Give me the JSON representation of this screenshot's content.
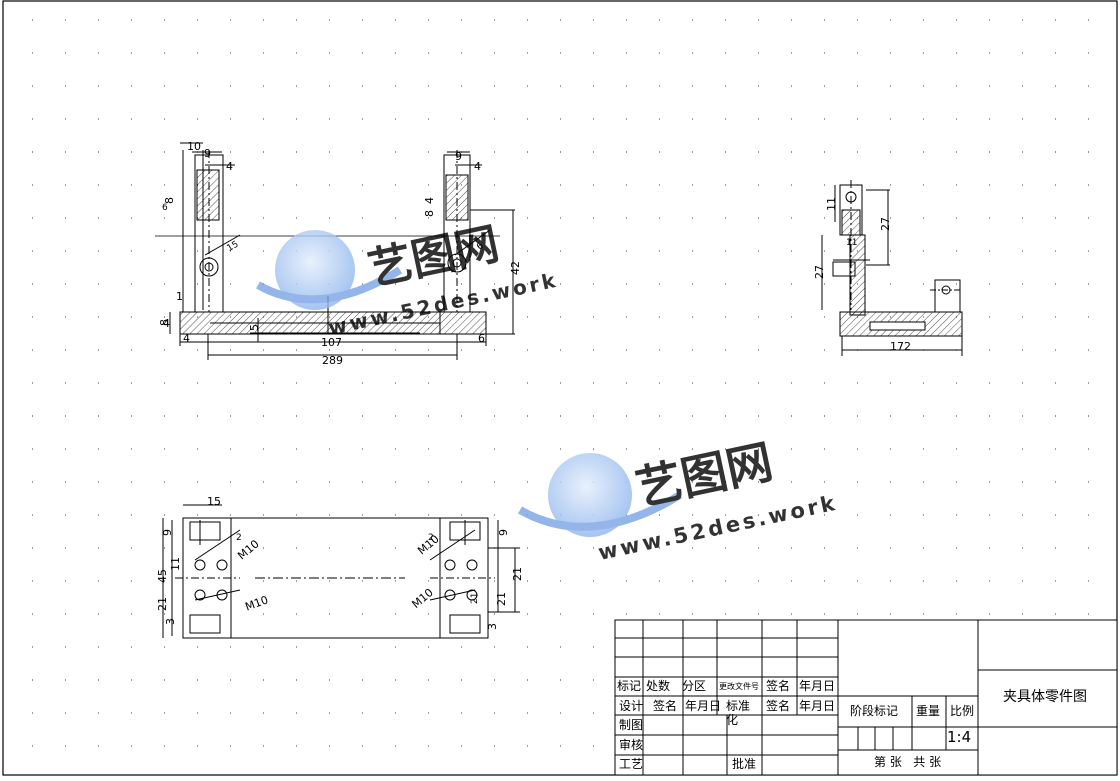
{
  "drawing": {
    "dims": {
      "front": [
        "10",
        "9",
        "4",
        "8",
        "4",
        "8",
        "1",
        "4",
        "5",
        "107",
        "289",
        "6",
        "9",
        "4",
        "4",
        "8",
        "42",
        "15",
        "6",
        "6"
      ],
      "side": [
        "11",
        "27",
        "27",
        "11",
        "172"
      ],
      "plan": [
        "15",
        "9",
        "11",
        "45",
        "21",
        "3",
        "3",
        "9",
        "21",
        "21",
        "21",
        "M10",
        "M10",
        "M10",
        "M10",
        "2",
        "2"
      ]
    }
  },
  "title_block": {
    "title": "夹具体零件图",
    "scale": "1:4",
    "headers": {
      "mark": "标记",
      "count": "处数",
      "zone": "分区",
      "change_doc": "更改文件号",
      "sign1": "签名",
      "date1": "年月日",
      "design": "设计",
      "sign2": "签名",
      "date2": "年月日",
      "standard": "标准",
      "standard2": "化",
      "sign3": "签名",
      "date3": "年月日",
      "drafting": "制图",
      "review": "审核",
      "process": "工艺",
      "approve": "批准",
      "stage_mark": "阶段标记",
      "weight": "重量",
      "ratio": "比例",
      "sheet_of": "第 张   共 张"
    }
  },
  "watermark": {
    "brand": "艺图网",
    "url": "www.52des.work",
    "colors": {
      "primary": "#3b6fd6",
      "light": "#9cc0f0"
    }
  }
}
